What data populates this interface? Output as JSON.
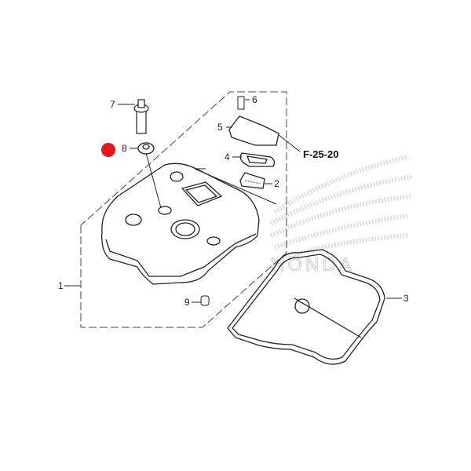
{
  "diagram": {
    "callouts": [
      {
        "id": "1",
        "label": "1"
      },
      {
        "id": "2",
        "label": "2"
      },
      {
        "id": "3",
        "label": "3"
      },
      {
        "id": "4",
        "label": "4"
      },
      {
        "id": "5",
        "label": "5"
      },
      {
        "id": "6",
        "label": "6"
      },
      {
        "id": "7",
        "label": "7"
      },
      {
        "id": "8",
        "label": "8"
      },
      {
        "id": "9",
        "label": "9"
      }
    ],
    "reference": "F-25-20",
    "watermark": "HONDA",
    "highlight_color": "#e8141b"
  }
}
